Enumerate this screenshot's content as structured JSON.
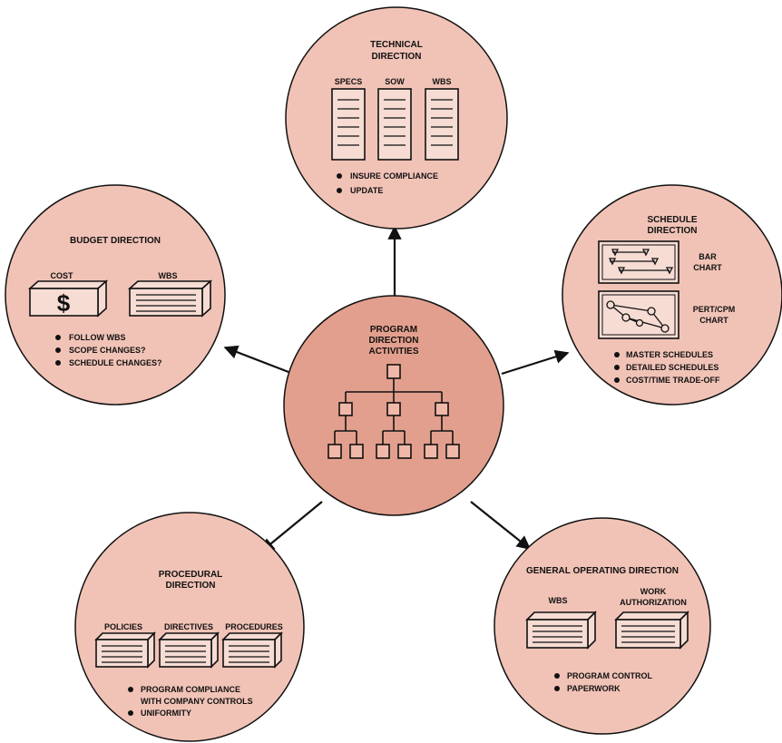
{
  "colors": {
    "circle_fill": "#f1c3b6",
    "center_fill": "#e39f8d",
    "stroke": "#111111"
  },
  "center": {
    "title_lines": [
      "PROGRAM",
      "DIRECTION",
      "ACTIVITIES"
    ],
    "icon": "org-chart-icon"
  },
  "technical": {
    "title_lines": [
      "TECHNICAL",
      "DIRECTION"
    ],
    "docs": [
      "SPECS",
      "SOW",
      "WBS"
    ],
    "bullets": [
      "INSURE COMPLIANCE",
      "UPDATE"
    ]
  },
  "budget": {
    "title": "BUDGET DIRECTION",
    "box_labels": [
      "COST",
      "WBS"
    ],
    "dollar": "$",
    "bullets": [
      "FOLLOW WBS",
      "SCOPE CHANGES?",
      "SCHEDULE CHANGES?"
    ]
  },
  "schedule": {
    "title_lines": [
      "SCHEDULE",
      "DIRECTION"
    ],
    "bar_chart_lines": [
      "BAR",
      "CHART"
    ],
    "pert_chart_lines": [
      "PERT/CPM",
      "CHART"
    ],
    "bullets": [
      "MASTER SCHEDULES",
      "DETAILED SCHEDULES",
      "COST/TIME TRADE-OFF"
    ]
  },
  "procedural": {
    "title_lines": [
      "PROCEDURAL",
      "DIRECTION"
    ],
    "box_labels": [
      "POLICIES",
      "DIRECTIVES",
      "PROCEDURES"
    ],
    "bullets": [
      "PROGRAM COMPLIANCE",
      "WITH COMPANY CONTROLS",
      "UNIFORMITY"
    ]
  },
  "general": {
    "title": "GENERAL OPERATING DIRECTION",
    "box_label_wbs": "WBS",
    "box_label_work_lines": [
      "WORK",
      "AUTHORIZATION"
    ],
    "bullets": [
      "PROGRAM CONTROL",
      "PAPERWORK"
    ]
  }
}
